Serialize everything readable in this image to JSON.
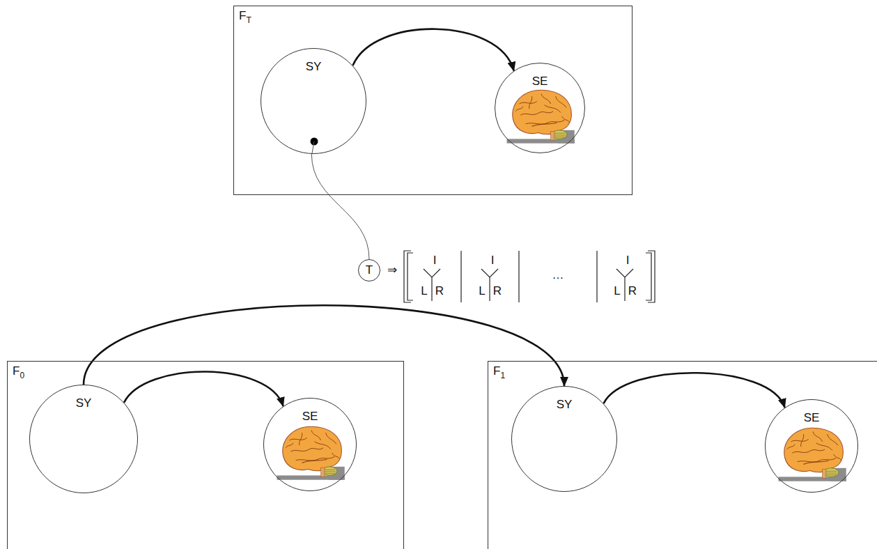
{
  "diagram": {
    "nodes": [
      {
        "text": [
          "F",
          "T"
        ]
      },
      {
        "text": [
          "SY"
        ],
        "in": 0
      },
      {
        "text": [
          "SE"
        ],
        "in": 0
      },
      {
        "text": [
          "T"
        ]
      },
      {
        "text": [
          "F",
          "0"
        ]
      },
      {
        "text": [
          "SY"
        ],
        "in": 4
      },
      {
        "text": [
          "SE"
        ],
        "in": 4
      },
      {
        "text": [
          "F",
          "1"
        ]
      },
      {
        "text": [
          "SY"
        ],
        "in": 7
      },
      {
        "text": [
          "SE"
        ],
        "in": 7
      }
    ],
    "edges": [
      {
        "from": 1,
        "to": 2,
        "arrow": "to"
      },
      {
        "from": 1,
        "to": 3,
        "arrow": "none"
      },
      {
        "from": 5,
        "to": 6,
        "arrow": "to"
      },
      {
        "from": 5,
        "to": 8,
        "arrow": "to"
      },
      {
        "from": 8,
        "to": 9,
        "arrow": "to"
      }
    ],
    "labels": [
      "⇒",
      "I",
      "L",
      "R",
      "I",
      "L",
      "R",
      "…",
      "I",
      "L",
      "R"
    ]
  }
}
